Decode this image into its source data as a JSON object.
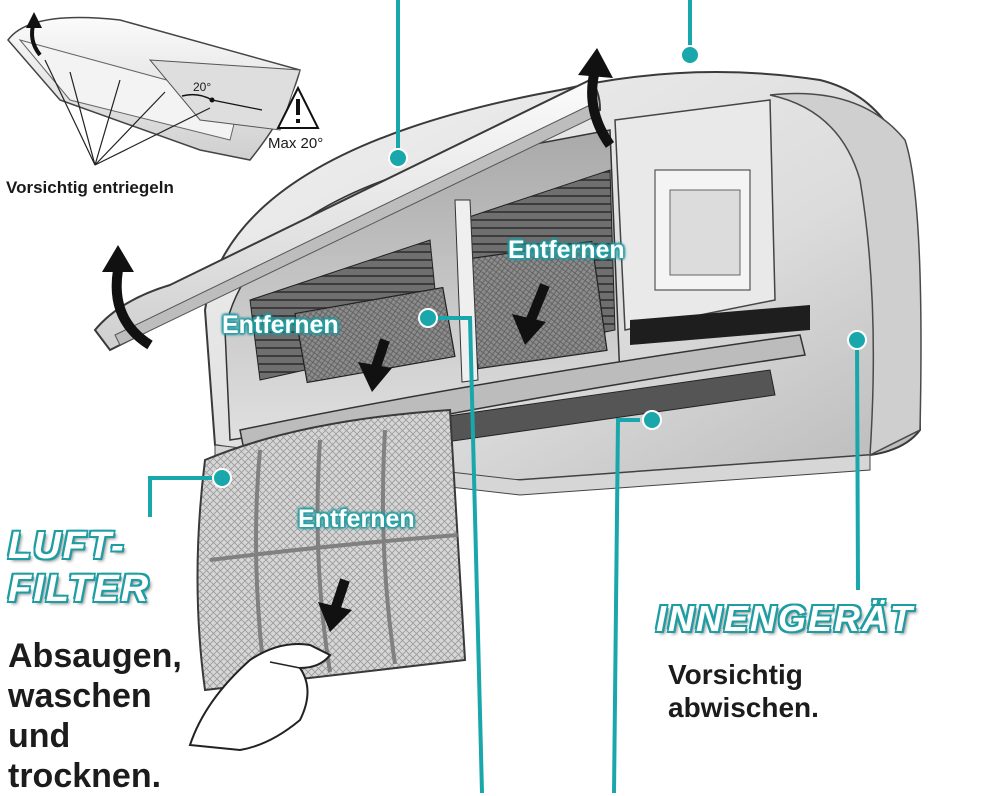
{
  "diagram": {
    "labels": {
      "remove_1": "Entfernen",
      "remove_2": "Entfernen",
      "remove_3": "Entfernen"
    },
    "inset": {
      "caption": "Vorsichtig entriegeln",
      "angle_label": "20°",
      "warning_label": "Max 20°"
    },
    "air_filter": {
      "title_line1": "LUFT-",
      "title_line2": "FILTER",
      "instruction_line1": "Absaugen,",
      "instruction_line2": "waschen",
      "instruction_line3": "und",
      "instruction_line4": "trocknen."
    },
    "indoor_unit": {
      "title": "INNENGERÄT",
      "instruction_line1": "Vorsichtig",
      "instruction_line2": "abwischen."
    },
    "colors": {
      "accent": "#19a7ab",
      "text": "#1c1c1c"
    }
  }
}
